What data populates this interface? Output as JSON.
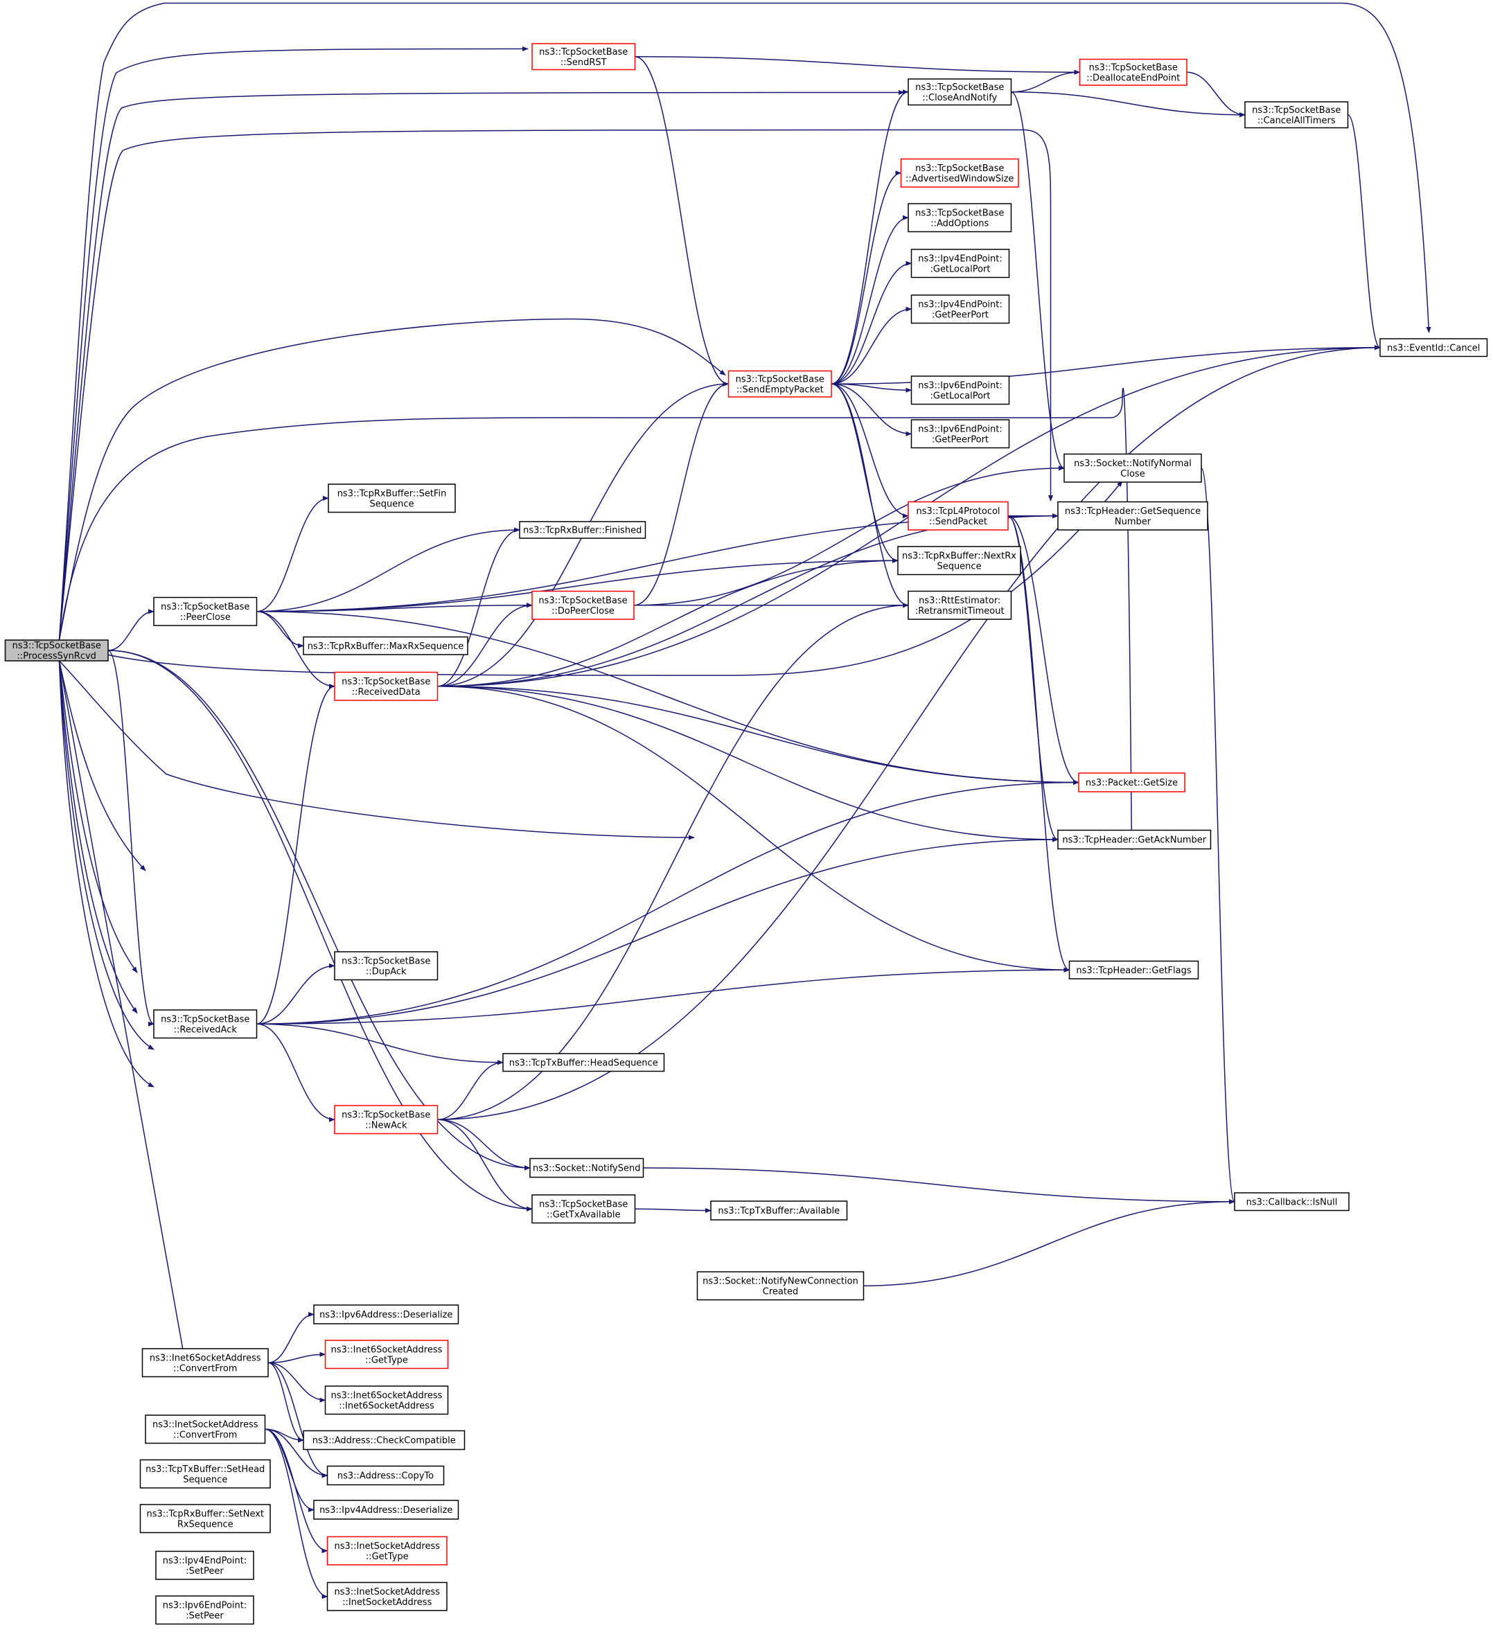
{
  "diagram": {
    "colors": {
      "edge": "#191970",
      "node_border": "#000000",
      "node_border_truncated": "#ff0000",
      "root_fill": "#bfbfbf",
      "node_fill": "#ffffff"
    },
    "nodes": [
      {
        "id": "ProcessSynRcvd",
        "lines": [
          "ns3::TcpSocketBase",
          "::ProcessSynRcvd"
        ],
        "style": "root"
      },
      {
        "id": "SendRST",
        "lines": [
          "ns3::TcpSocketBase",
          "::SendRST"
        ],
        "style": "red"
      },
      {
        "id": "CloseAndNotify",
        "lines": [
          "ns3::TcpSocketBase",
          "::CloseAndNotify"
        ],
        "style": "black"
      },
      {
        "id": "DeallocateEndPoint",
        "lines": [
          "ns3::TcpSocketBase",
          "::DeallocateEndPoint"
        ],
        "style": "red"
      },
      {
        "id": "CancelAllTimers",
        "lines": [
          "ns3::TcpSocketBase",
          "::CancelAllTimers"
        ],
        "style": "black"
      },
      {
        "id": "AdvertisedWindowSize",
        "lines": [
          "ns3::TcpSocketBase",
          "::AdvertisedWindowSize"
        ],
        "style": "red"
      },
      {
        "id": "AddOptions",
        "lines": [
          "ns3::TcpSocketBase",
          "::AddOptions"
        ],
        "style": "black"
      },
      {
        "id": "Ipv4GetLocalPort",
        "lines": [
          "ns3::Ipv4EndPoint:",
          ":GetLocalPort"
        ],
        "style": "black"
      },
      {
        "id": "Ipv4GetPeerPort",
        "lines": [
          "ns3::Ipv4EndPoint:",
          ":GetPeerPort"
        ],
        "style": "black"
      },
      {
        "id": "EventIdCancel",
        "lines": [
          "ns3::EventId::Cancel"
        ],
        "style": "black"
      },
      {
        "id": "SendEmptyPacket",
        "lines": [
          "ns3::TcpSocketBase",
          "::SendEmptyPacket"
        ],
        "style": "red"
      },
      {
        "id": "Ipv6GetLocalPort",
        "lines": [
          "ns3::Ipv6EndPoint:",
          ":GetLocalPort"
        ],
        "style": "black"
      },
      {
        "id": "Ipv6GetPeerPort",
        "lines": [
          "ns3::Ipv6EndPoint:",
          ":GetPeerPort"
        ],
        "style": "black"
      },
      {
        "id": "NotifyNormalClose",
        "lines": [
          "ns3::Socket::NotifyNormal",
          "Close"
        ],
        "style": "black"
      },
      {
        "id": "TcpL4SendPacket",
        "lines": [
          "ns3::TcpL4Protocol",
          "::SendPacket"
        ],
        "style": "red"
      },
      {
        "id": "GetSequenceNumber",
        "lines": [
          "ns3::TcpHeader::GetSequence",
          "Number"
        ],
        "style": "black"
      },
      {
        "id": "SetFinSequence",
        "lines": [
          "ns3::TcpRxBuffer::SetFin",
          "Sequence"
        ],
        "style": "black"
      },
      {
        "id": "Finished",
        "lines": [
          "ns3::TcpRxBuffer::Finished"
        ],
        "style": "black"
      },
      {
        "id": "NextRxSequence",
        "lines": [
          "ns3::TcpRxBuffer::NextRx",
          "Sequence"
        ],
        "style": "black"
      },
      {
        "id": "PeerClose",
        "lines": [
          "ns3::TcpSocketBase",
          "::PeerClose"
        ],
        "style": "black"
      },
      {
        "id": "DoPeerClose",
        "lines": [
          "ns3::TcpSocketBase",
          "::DoPeerClose"
        ],
        "style": "red"
      },
      {
        "id": "RetransmitTimeout",
        "lines": [
          "ns3::RttEstimator:",
          ":RetransmitTimeout"
        ],
        "style": "black"
      },
      {
        "id": "MaxRxSequence",
        "lines": [
          "ns3::TcpRxBuffer::MaxRxSequence"
        ],
        "style": "black"
      },
      {
        "id": "ReceivedData",
        "lines": [
          "ns3::TcpSocketBase",
          "::ReceivedData"
        ],
        "style": "red"
      },
      {
        "id": "PacketGetSize",
        "lines": [
          "ns3::Packet::GetSize"
        ],
        "style": "red"
      },
      {
        "id": "GetAckNumber",
        "lines": [
          "ns3::TcpHeader::GetAckNumber"
        ],
        "style": "black"
      },
      {
        "id": "DupAck",
        "lines": [
          "ns3::TcpSocketBase",
          "::DupAck"
        ],
        "style": "black"
      },
      {
        "id": "GetFlags",
        "lines": [
          "ns3::TcpHeader::GetFlags"
        ],
        "style": "black"
      },
      {
        "id": "ReceivedAck",
        "lines": [
          "ns3::TcpSocketBase",
          "::ReceivedAck"
        ],
        "style": "black"
      },
      {
        "id": "HeadSequence",
        "lines": [
          "ns3::TcpTxBuffer::HeadSequence"
        ],
        "style": "black"
      },
      {
        "id": "NewAck",
        "lines": [
          "ns3::TcpSocketBase",
          "::NewAck"
        ],
        "style": "red"
      },
      {
        "id": "NotifySend",
        "lines": [
          "ns3::Socket::NotifySend"
        ],
        "style": "black"
      },
      {
        "id": "CallbackIsNull",
        "lines": [
          "ns3::Callback::IsNull"
        ],
        "style": "black"
      },
      {
        "id": "GetTxAvailable",
        "lines": [
          "ns3::TcpSocketBase",
          "::GetTxAvailable"
        ],
        "style": "black"
      },
      {
        "id": "TxBufAvailable",
        "lines": [
          "ns3::TcpTxBuffer::Available"
        ],
        "style": "black"
      },
      {
        "id": "NotifyNewConnectionCreated",
        "lines": [
          "ns3::Socket::NotifyNewConnection",
          "Created"
        ],
        "style": "black"
      },
      {
        "id": "Ipv6AddrDeserialize",
        "lines": [
          "ns3::Ipv6Address::Deserialize"
        ],
        "style": "black"
      },
      {
        "id": "Inet6ConvertFrom",
        "lines": [
          "ns3::Inet6SocketAddress",
          "::ConvertFrom"
        ],
        "style": "black"
      },
      {
        "id": "Inet6GetType",
        "lines": [
          "ns3::Inet6SocketAddress",
          "::GetType"
        ],
        "style": "red"
      },
      {
        "id": "Inet6Ctor",
        "lines": [
          "ns3::Inet6SocketAddress",
          "::Inet6SocketAddress"
        ],
        "style": "black"
      },
      {
        "id": "InetConvertFrom",
        "lines": [
          "ns3::InetSocketAddress",
          "::ConvertFrom"
        ],
        "style": "black"
      },
      {
        "id": "CheckCompatible",
        "lines": [
          "ns3::Address::CheckCompatible"
        ],
        "style": "black"
      },
      {
        "id": "SetHeadSequence",
        "lines": [
          "ns3::TcpTxBuffer::SetHead",
          "Sequence"
        ],
        "style": "black"
      },
      {
        "id": "CopyTo",
        "lines": [
          "ns3::Address::CopyTo"
        ],
        "style": "black"
      },
      {
        "id": "Ipv4AddrDeserialize",
        "lines": [
          "ns3::Ipv4Address::Deserialize"
        ],
        "style": "black"
      },
      {
        "id": "SetNextRxSequence",
        "lines": [
          "ns3::TcpRxBuffer::SetNext",
          "RxSequence"
        ],
        "style": "black"
      },
      {
        "id": "InetGetType",
        "lines": [
          "ns3::InetSocketAddress",
          "::GetType"
        ],
        "style": "red"
      },
      {
        "id": "Ipv4SetPeer",
        "lines": [
          "ns3::Ipv4EndPoint:",
          ":SetPeer"
        ],
        "style": "black"
      },
      {
        "id": "InetCtor",
        "lines": [
          "ns3::InetSocketAddress",
          "::InetSocketAddress"
        ],
        "style": "black"
      },
      {
        "id": "Ipv6SetPeer",
        "lines": [
          "ns3::Ipv6EndPoint:",
          ":SetPeer"
        ],
        "style": "black"
      }
    ],
    "edges": [
      [
        "ProcessSynRcvd",
        "SendRST"
      ],
      [
        "ProcessSynRcvd",
        "CloseAndNotify"
      ],
      [
        "ProcessSynRcvd",
        "EventIdCancel"
      ],
      [
        "ProcessSynRcvd",
        "GetSequenceNumber"
      ],
      [
        "ProcessSynRcvd",
        "SendEmptyPacket"
      ],
      [
        "ProcessSynRcvd",
        "PeerClose"
      ],
      [
        "ProcessSynRcvd",
        "GetAckNumber"
      ],
      [
        "ProcessSynRcvd",
        "ReceivedAck"
      ],
      [
        "ProcessSynRcvd",
        "NotifySend"
      ],
      [
        "ProcessSynRcvd",
        "GetTxAvailable"
      ],
      [
        "ProcessSynRcvd",
        "GetFlags"
      ],
      [
        "ProcessSynRcvd",
        "NotifyNewConnectionCreated"
      ],
      [
        "ProcessSynRcvd",
        "Inet6ConvertFrom"
      ],
      [
        "ProcessSynRcvd",
        "InetConvertFrom"
      ],
      [
        "ProcessSynRcvd",
        "SetHeadSequence"
      ],
      [
        "ProcessSynRcvd",
        "SetNextRxSequence"
      ],
      [
        "ProcessSynRcvd",
        "Ipv4SetPeer"
      ],
      [
        "ProcessSynRcvd",
        "Ipv6SetPeer"
      ],
      [
        "SendRST",
        "DeallocateEndPoint"
      ],
      [
        "SendRST",
        "SendEmptyPacket"
      ],
      [
        "CloseAndNotify",
        "DeallocateEndPoint"
      ],
      [
        "CloseAndNotify",
        "CancelAllTimers"
      ],
      [
        "CloseAndNotify",
        "NotifyNormalClose"
      ],
      [
        "DeallocateEndPoint",
        "CancelAllTimers"
      ],
      [
        "CancelAllTimers",
        "EventIdCancel"
      ],
      [
        "SendEmptyPacket",
        "CloseAndNotify"
      ],
      [
        "SendEmptyPacket",
        "AdvertisedWindowSize"
      ],
      [
        "SendEmptyPacket",
        "AddOptions"
      ],
      [
        "SendEmptyPacket",
        "Ipv4GetLocalPort"
      ],
      [
        "SendEmptyPacket",
        "Ipv4GetPeerPort"
      ],
      [
        "SendEmptyPacket",
        "EventIdCancel"
      ],
      [
        "SendEmptyPacket",
        "Ipv6GetLocalPort"
      ],
      [
        "SendEmptyPacket",
        "Ipv6GetPeerPort"
      ],
      [
        "SendEmptyPacket",
        "TcpL4SendPacket"
      ],
      [
        "SendEmptyPacket",
        "NextRxSequence"
      ],
      [
        "SendEmptyPacket",
        "RetransmitTimeout"
      ],
      [
        "NotifyNormalClose",
        "CallbackIsNull"
      ],
      [
        "TcpL4SendPacket",
        "GetSequenceNumber"
      ],
      [
        "TcpL4SendPacket",
        "PacketGetSize"
      ],
      [
        "TcpL4SendPacket",
        "GetAckNumber"
      ],
      [
        "TcpL4SendPacket",
        "GetFlags"
      ],
      [
        "PeerClose",
        "SetFinSequence"
      ],
      [
        "PeerClose",
        "Finished"
      ],
      [
        "PeerClose",
        "NextRxSequence"
      ],
      [
        "PeerClose",
        "GetSequenceNumber"
      ],
      [
        "PeerClose",
        "DoPeerClose"
      ],
      [
        "PeerClose",
        "MaxRxSequence"
      ],
      [
        "PeerClose",
        "ReceivedData"
      ],
      [
        "PeerClose",
        "PacketGetSize"
      ],
      [
        "DoPeerClose",
        "SendEmptyPacket"
      ],
      [
        "DoPeerClose",
        "RetransmitTimeout"
      ],
      [
        "DoPeerClose",
        "NotifyNormalClose"
      ],
      [
        "ReceivedData",
        "Finished"
      ],
      [
        "ReceivedData",
        "DoPeerClose"
      ],
      [
        "ReceivedData",
        "SendEmptyPacket"
      ],
      [
        "ReceivedData",
        "NextRxSequence"
      ],
      [
        "ReceivedData",
        "GetSequenceNumber"
      ],
      [
        "ReceivedData",
        "EventIdCancel"
      ],
      [
        "ReceivedData",
        "PacketGetSize"
      ],
      [
        "ReceivedData",
        "GetAckNumber"
      ],
      [
        "ReceivedData",
        "GetFlags"
      ],
      [
        "ReceivedAck",
        "ReceivedData"
      ],
      [
        "ReceivedAck",
        "PacketGetSize"
      ],
      [
        "ReceivedAck",
        "DupAck"
      ],
      [
        "ReceivedAck",
        "GetAckNumber"
      ],
      [
        "ReceivedAck",
        "GetFlags"
      ],
      [
        "ReceivedAck",
        "HeadSequence"
      ],
      [
        "ReceivedAck",
        "NewAck"
      ],
      [
        "NewAck",
        "HeadSequence"
      ],
      [
        "NewAck",
        "RetransmitTimeout"
      ],
      [
        "NewAck",
        "EventIdCancel"
      ],
      [
        "NewAck",
        "NotifySend"
      ],
      [
        "NewAck",
        "GetTxAvailable"
      ],
      [
        "NotifySend",
        "CallbackIsNull"
      ],
      [
        "GetTxAvailable",
        "TxBufAvailable"
      ],
      [
        "NotifyNewConnectionCreated",
        "CallbackIsNull"
      ],
      [
        "Inet6ConvertFrom",
        "Ipv6AddrDeserialize"
      ],
      [
        "Inet6ConvertFrom",
        "Inet6GetType"
      ],
      [
        "Inet6ConvertFrom",
        "Inet6Ctor"
      ],
      [
        "Inet6ConvertFrom",
        "CheckCompatible"
      ],
      [
        "Inet6ConvertFrom",
        "CopyTo"
      ],
      [
        "InetConvertFrom",
        "CheckCompatible"
      ],
      [
        "InetConvertFrom",
        "CopyTo"
      ],
      [
        "InetConvertFrom",
        "Ipv4AddrDeserialize"
      ],
      [
        "InetConvertFrom",
        "InetGetType"
      ],
      [
        "InetConvertFrom",
        "InetCtor"
      ]
    ]
  }
}
